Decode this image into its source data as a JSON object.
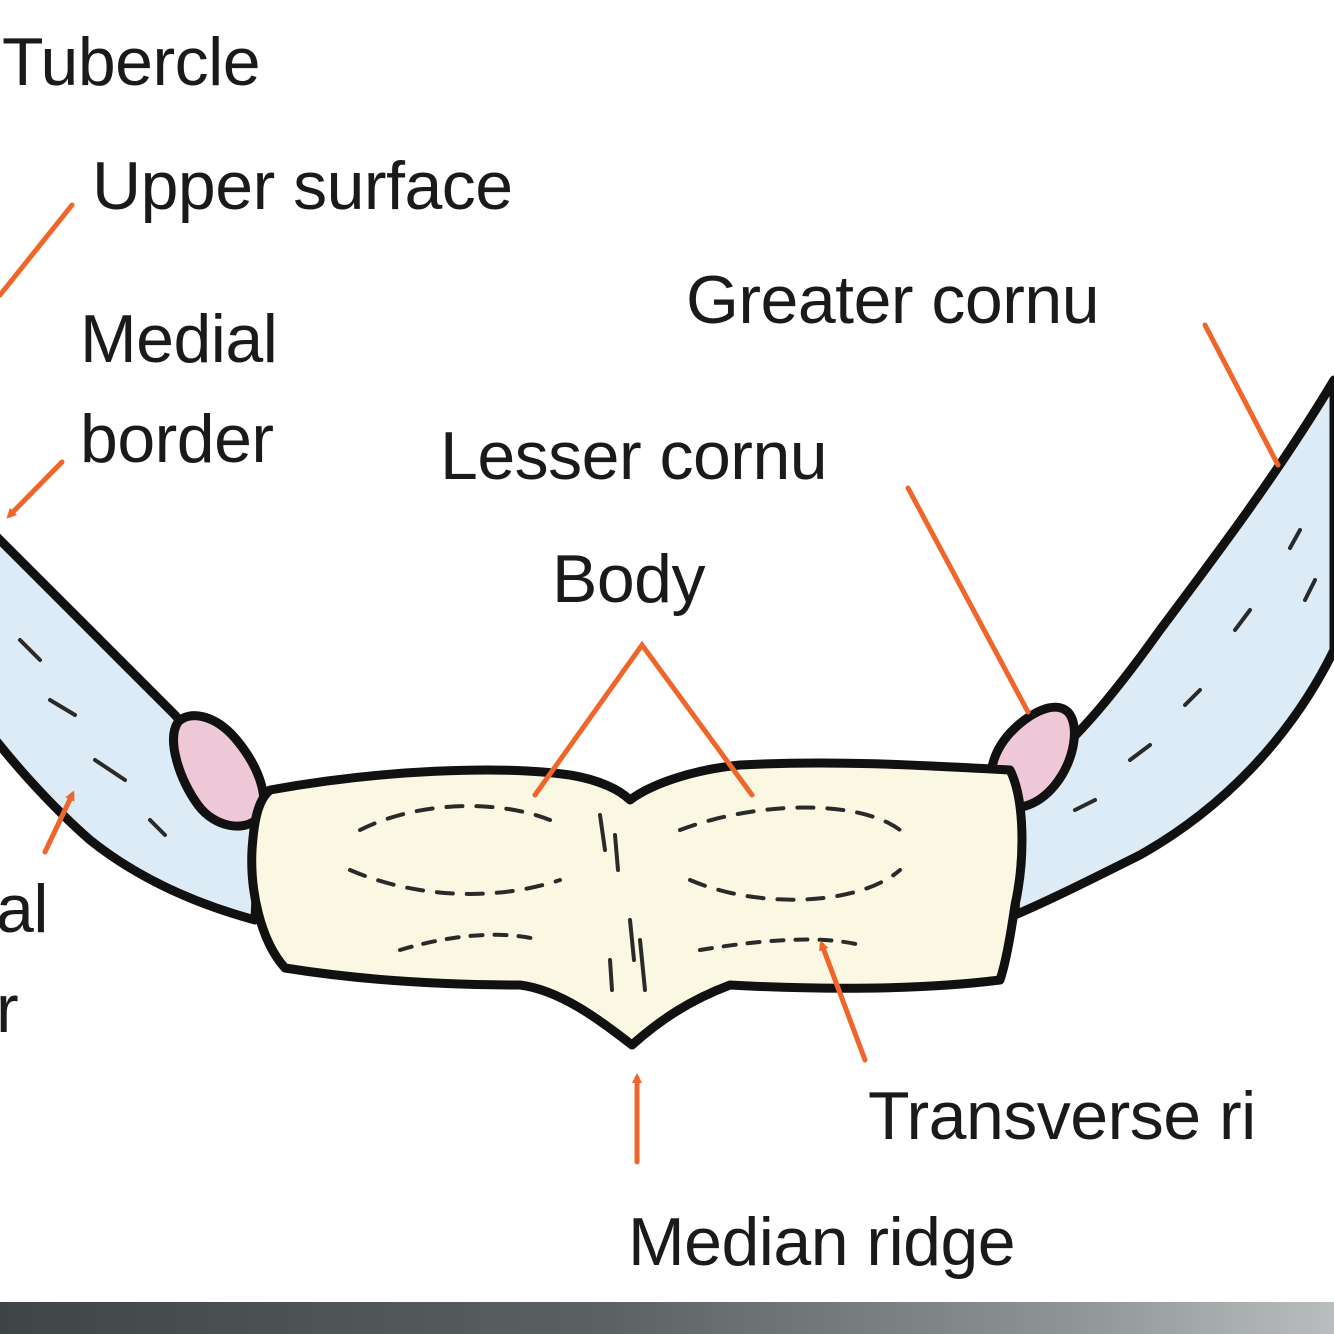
{
  "labels": {
    "tubercle": "Tubercle",
    "upper_surface": "Upper surface",
    "medial_border_line1": "Medial",
    "medial_border_line2": "border",
    "lateral_border_line1": "al",
    "lateral_border_line2": "r",
    "greater_cornu": "Greater cornu",
    "lesser_cornu": "Lesser cornu",
    "body": "Body",
    "transverse_ridge": "Transverse ri",
    "median_ridge": "Median ridge"
  },
  "colors": {
    "leader_line": "#f0662a",
    "outline": "#111111",
    "body_fill": "#faf7e2",
    "cornu_fill": "#dcebf5",
    "lesser_cornu_fill": "#eec8d6",
    "label_text": "#1a1a1a"
  }
}
